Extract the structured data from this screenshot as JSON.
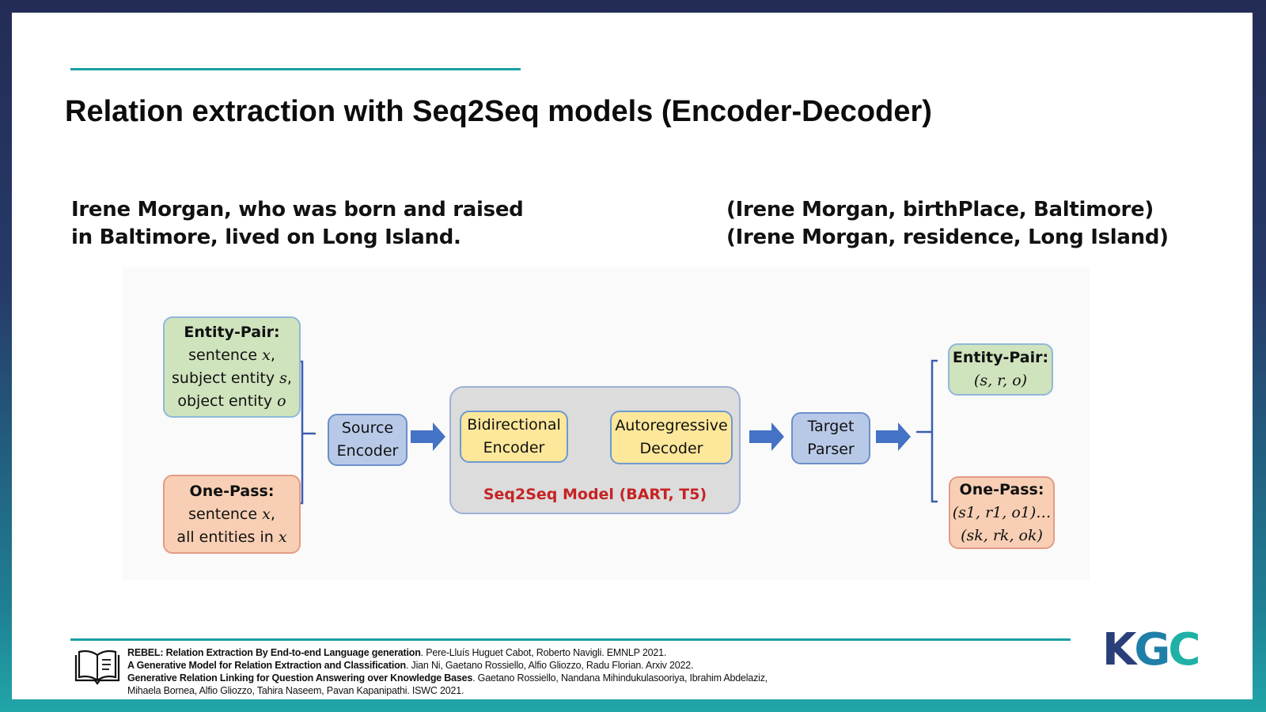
{
  "slide": {
    "title": "Relation extraction with Seq2Seq models (Encoder-Decoder)",
    "sentence_lines": [
      "Irene Morgan, who was born and raised",
      "in Baltimore, lived on Long Island."
    ],
    "triples": [
      "(Irene Morgan, birthPlace, Baltimore)",
      "(Irene Morgan, residence, Long Island)"
    ]
  },
  "diagram": {
    "input_entity_pair": {
      "heading": "Entity-Pair:",
      "line1_text": "sentence ",
      "line1_var": "x",
      "line2_text": "subject entity ",
      "line2_var": "s",
      "line3_text": "object entity ",
      "line3_var": "o"
    },
    "input_one_pass": {
      "heading": "One-Pass:",
      "line1_text": "sentence ",
      "line1_var": "x",
      "line2_text": "all entities in ",
      "line2_var": "x"
    },
    "source_encoder": [
      "Source",
      "Encoder"
    ],
    "bidirectional_encoder": [
      "Bidirectional",
      "Encoder"
    ],
    "autoregressive_decoder": [
      "Autoregressive",
      "Decoder"
    ],
    "seq2seq_caption": "Seq2Seq Model (BART, T5)",
    "target_parser": [
      "Target",
      "Parser"
    ],
    "output_entity_pair": {
      "heading": "Entity-Pair:",
      "formula": "(s, r, o)"
    },
    "output_one_pass": {
      "heading": "One-Pass:",
      "formula1": "(s1, r1, o1)…",
      "formula2": "(sk, rk, ok)"
    },
    "colors": {
      "arrow": "#4472c4",
      "caption": "#c62323",
      "accent": "#1aa0a3"
    }
  },
  "references": [
    {
      "title": "REBEL: Relation Extraction By End-to-end Language generation",
      "rest": ". Pere-Lluís Huguet Cabot, Roberto Navigli. EMNLP 2021."
    },
    {
      "title": "A Generative Model for Relation Extraction and Classification",
      "rest": ". Jian Ni, Gaetano Rossiello, Alfio Gliozzo, Radu Florian. Arxiv 2022."
    },
    {
      "title": "Generative Relation Linking for Question Answering over Knowledge Bases",
      "rest": ". Gaetano Rossiello, Nandana Mihindukulasooriya, Ibrahim Abdelaziz,",
      "cont": "Mihaela Bornea, Alfio Gliozzo, Tahira Naseem, Pavan Kapanipathi. ISWC 2021."
    }
  ],
  "logo": {
    "k": "K",
    "g": "G",
    "c": "C"
  }
}
